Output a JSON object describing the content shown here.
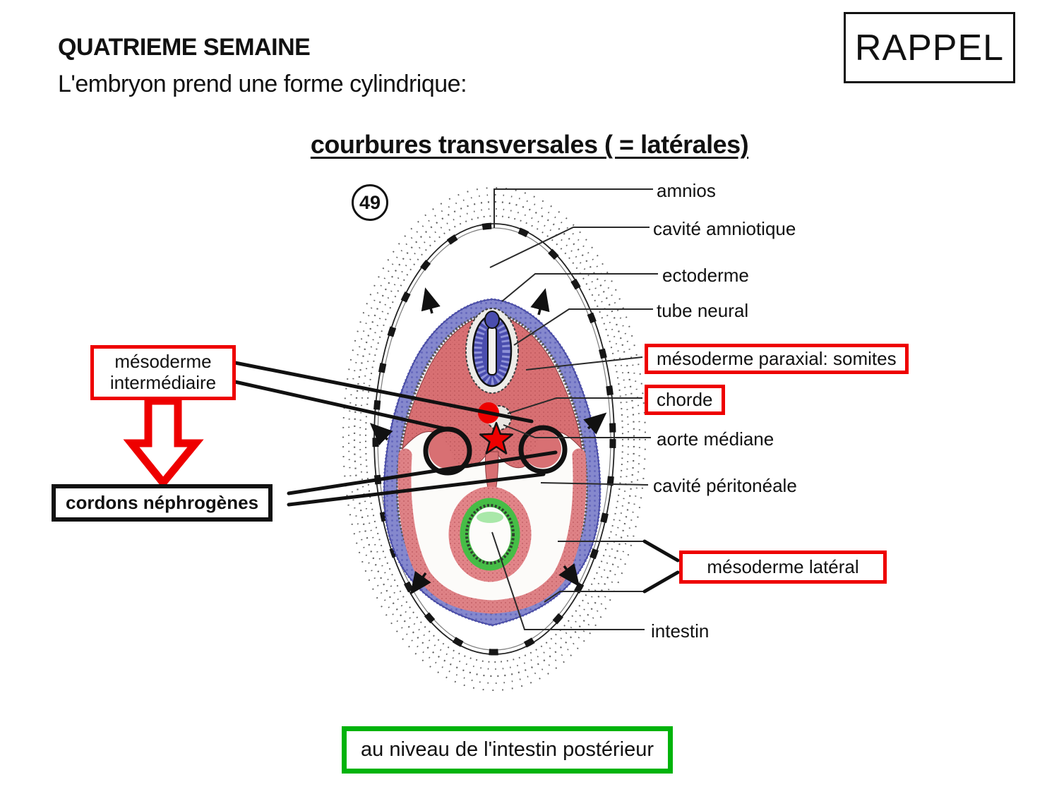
{
  "slide": {
    "title": "QUATRIEME SEMAINE",
    "subtitle": "L'embryon prend une forme cylindrique:",
    "badge": "RAPPEL",
    "heading": "courbures transversales ( = latérales)",
    "figure_number": "49",
    "footer_note": "au niveau de l'intestin postérieur"
  },
  "labels": {
    "amnios": "amnios",
    "cavite_amniotique": "cavité amniotique",
    "ectoderme": "ectoderme",
    "tube_neural": "tube neural",
    "mesoderme_paraxial": "mésoderme paraxial: somites",
    "chorde": "chorde",
    "aorte_mediane": "aorte médiane",
    "cavite_peritoneale": "cavité péritonéale",
    "mesoderme_lateral": "mésoderme latéral",
    "intestin": "intestin",
    "mesoderme_intermediaire": "mésoderme intermédiaire",
    "cordons_nephrogenes": "cordons néphrogènes"
  },
  "colors": {
    "accent_red": "#ee0000",
    "accent_green": "#00b30b",
    "ectoderm_blue": "#8588cd",
    "mesoderm_red": "#d87073",
    "endoderm_green": "#46bd46"
  }
}
